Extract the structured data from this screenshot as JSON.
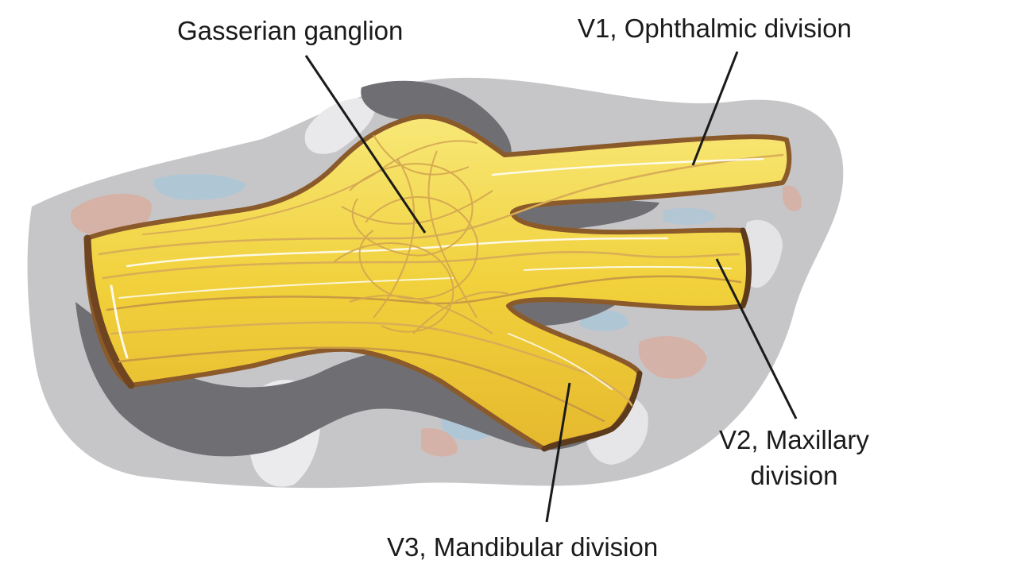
{
  "diagram": {
    "labels": {
      "ganglion": "Gasserian ganglion",
      "v1": "V1, Ophthalmic division",
      "v2_line1": "V2, Maxillary",
      "v2_line2": "division",
      "v3": "V3, Mandibular division"
    }
  },
  "colors": {
    "nerve_fill": "#f3d64a",
    "nerve_outline": "#8a5a2b",
    "fiber": "#d9ae56",
    "shadow": "#6f6f73",
    "tissue": "#c6c6c9"
  }
}
